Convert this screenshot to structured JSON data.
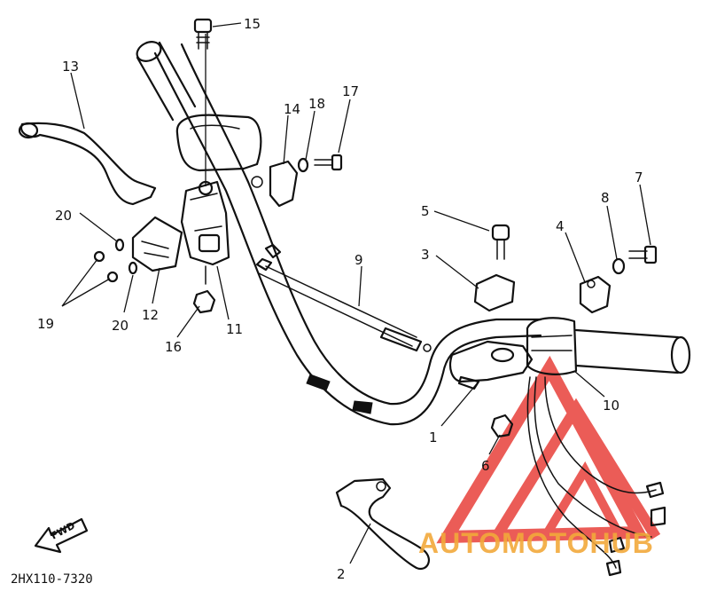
{
  "diagram_code": "2HX110-7320",
  "direction_label": "FWD",
  "watermark": {
    "text": "AUTOMOTOHUB",
    "colors": {
      "red": "#e8403a",
      "orange": "#f2a93b",
      "gray": "#8a8a8a"
    }
  },
  "callouts": [
    {
      "id": "c1",
      "label": "1"
    },
    {
      "id": "c2",
      "label": "2"
    },
    {
      "id": "c3",
      "label": "3"
    },
    {
      "id": "c4",
      "label": "4"
    },
    {
      "id": "c5",
      "label": "5"
    },
    {
      "id": "c6",
      "label": "6"
    },
    {
      "id": "c7",
      "label": "7"
    },
    {
      "id": "c8",
      "label": "8"
    },
    {
      "id": "c9",
      "label": "9"
    },
    {
      "id": "c10",
      "label": "10"
    },
    {
      "id": "c11",
      "label": "11"
    },
    {
      "id": "c12",
      "label": "12"
    },
    {
      "id": "c13",
      "label": "13"
    },
    {
      "id": "c14",
      "label": "14"
    },
    {
      "id": "c15",
      "label": "15"
    },
    {
      "id": "c16",
      "label": "16"
    },
    {
      "id": "c17",
      "label": "17"
    },
    {
      "id": "c18",
      "label": "18"
    },
    {
      "id": "c19",
      "label": "19"
    },
    {
      "id": "c20a",
      "label": "20"
    },
    {
      "id": "c20b",
      "label": "20"
    }
  ]
}
